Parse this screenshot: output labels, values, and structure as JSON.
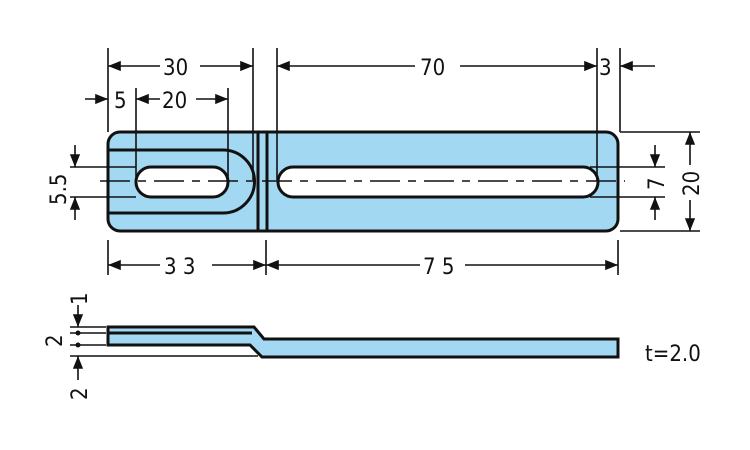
{
  "colors": {
    "fill": "#a3d8f2",
    "line": "#111111"
  },
  "plan_view": {
    "dim_30": "30",
    "dim_70": "70",
    "dim_3": "3",
    "dim_5": "5",
    "dim_20_slot": "20",
    "dim_33": "3 3",
    "dim_75": "7 5",
    "dim_5_5": "5.5",
    "dim_7": "7",
    "dim_20_height": "20"
  },
  "side_view": {
    "dim_1": "1",
    "dim_2_top": "2",
    "dim_2_bottom": "2",
    "thickness": "t=2.0"
  }
}
